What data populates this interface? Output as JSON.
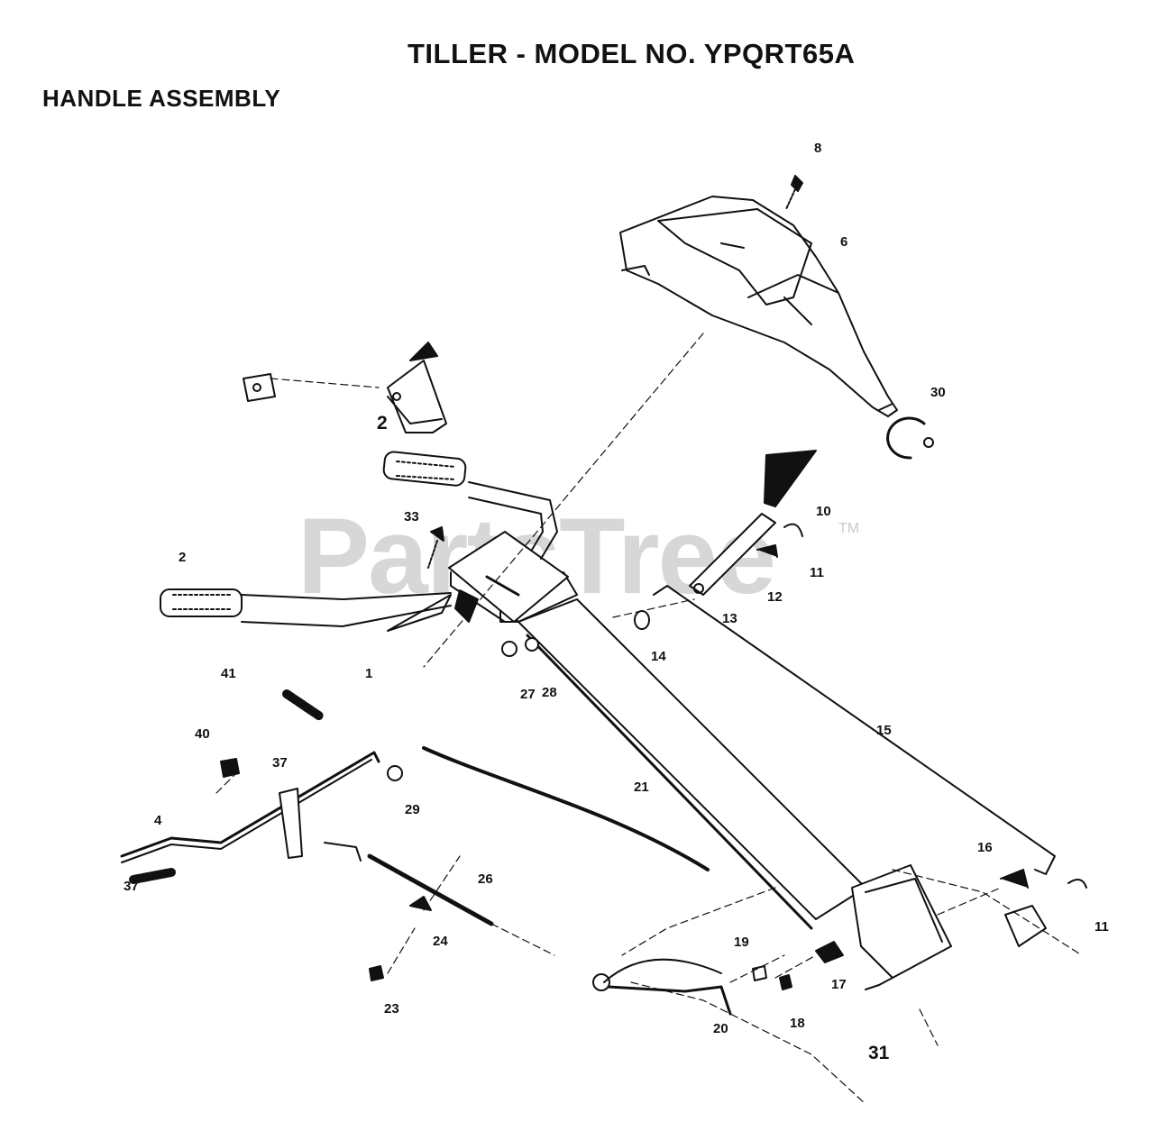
{
  "header": {
    "title": "TILLER - MODEL NO. YPQRT65A",
    "section": "HANDLE ASSEMBLY"
  },
  "watermark": {
    "text": "PartsTree",
    "trademark": "TM"
  },
  "callouts": {
    "p1": "1",
    "p2a": "2",
    "p2b": "2",
    "p4": "4",
    "p6": "6",
    "p8": "8",
    "p10": "10",
    "p11a": "11",
    "p11b": "11",
    "p12": "12",
    "p13": "13",
    "p14": "14",
    "p15": "15",
    "p16": "16",
    "p17": "17",
    "p18": "18",
    "p19": "19",
    "p20": "20",
    "p21": "21",
    "p23": "23",
    "p24": "24",
    "p26": "26",
    "p27": "27",
    "p28": "28",
    "p29": "29",
    "p30": "30",
    "p31": "31",
    "p33": "33",
    "p37a": "37",
    "p37b": "37",
    "p40": "40",
    "p41": "41"
  }
}
